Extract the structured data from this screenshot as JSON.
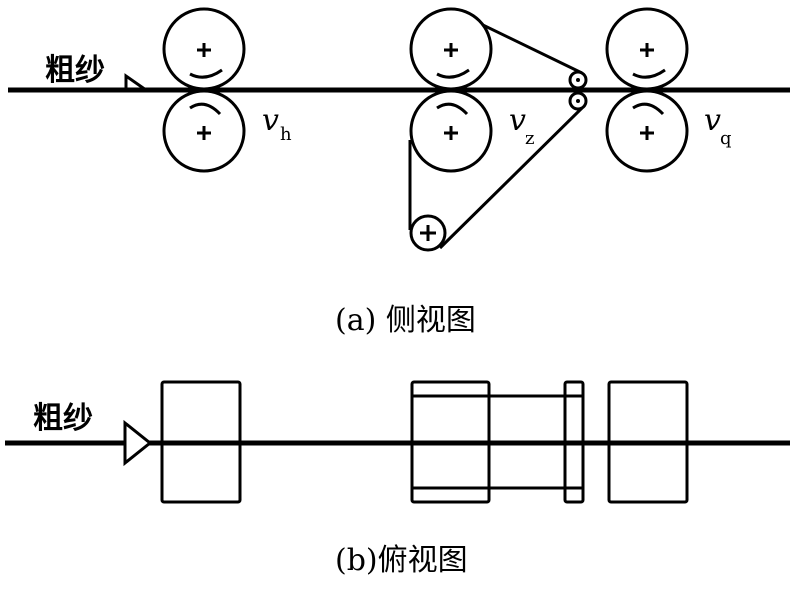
{
  "side_view": {
    "caption": "(a) 侧视图",
    "input_label": "粗纱",
    "speed_labels": [
      {
        "symbol": "v",
        "subscript": "h"
      },
      {
        "symbol": "v",
        "subscript": "z"
      },
      {
        "symbol": "v",
        "subscript": "q"
      }
    ]
  },
  "top_view": {
    "caption": "(b)俯视图",
    "input_label": "粗纱"
  },
  "colors": {
    "stroke": "#000000",
    "background": "#ffffff"
  }
}
